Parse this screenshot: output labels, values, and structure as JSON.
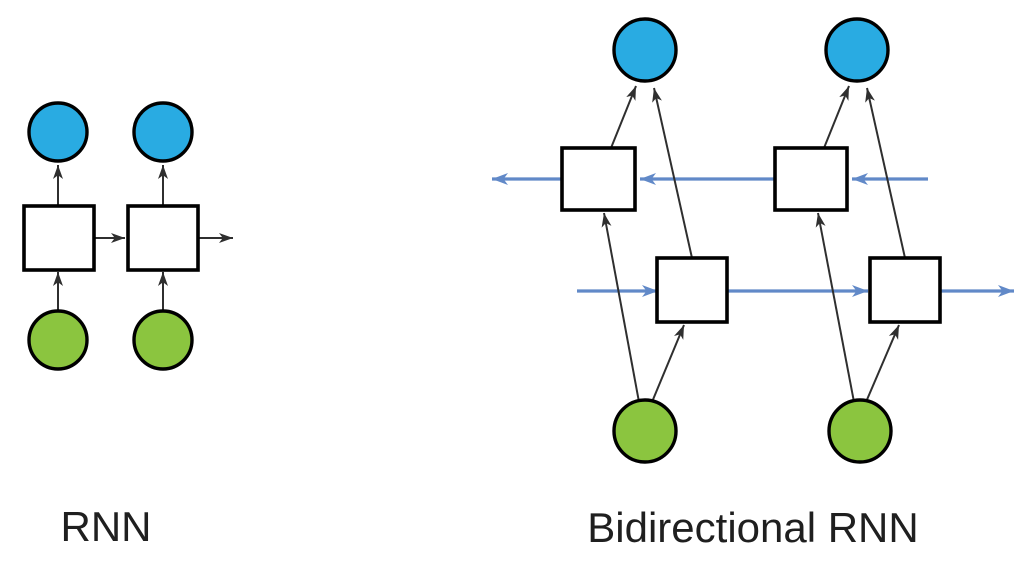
{
  "colors": {
    "output-node": "#29abe2",
    "input-node": "#8bc53f",
    "hidden-node": "#ffffff",
    "node-stroke": "#000000",
    "black-arrow": "#2f2f2f",
    "blue-arrow": "#6189c8",
    "label-text": "#1f1f1f",
    "background": "#ffffff"
  },
  "diagrams": {
    "rnn": {
      "label": "RNN",
      "node_types": {
        "output": "blue-circle",
        "hidden": "white-square",
        "input": "green-circle"
      }
    },
    "bidirectional": {
      "label": "Bidirectional RNN",
      "node_types": {
        "output": "blue-circle",
        "backward_hidden": "white-square",
        "forward_hidden": "white-square",
        "input": "green-circle"
      }
    }
  }
}
